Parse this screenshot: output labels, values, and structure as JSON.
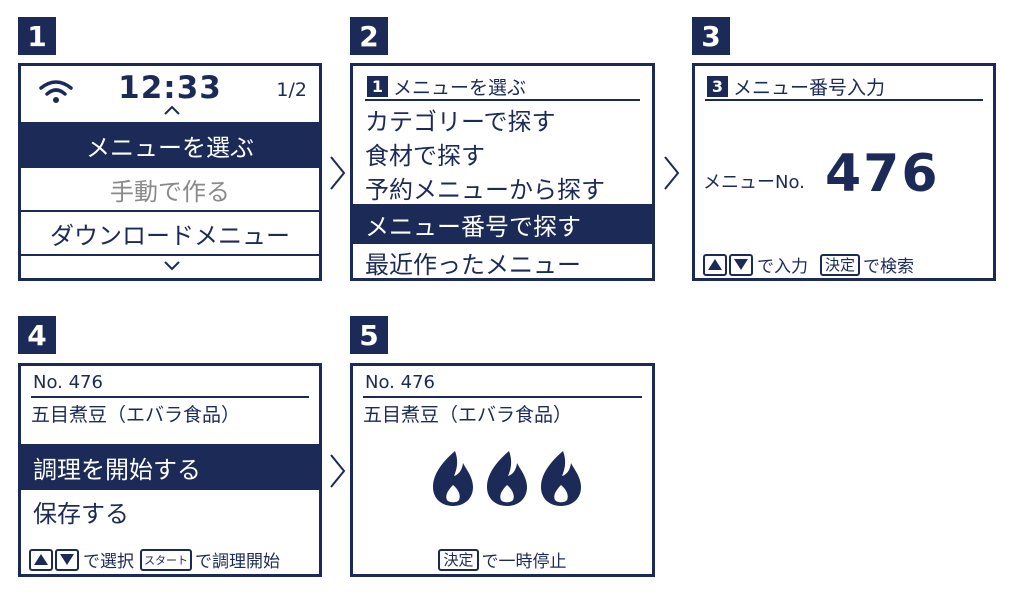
{
  "steps": [
    "1",
    "2",
    "3",
    "4",
    "5"
  ],
  "screen1": {
    "time": "12:33",
    "page": "1/2",
    "menu": [
      "メニューを選ぶ",
      "手動で作る",
      "ダウンロードメニュー"
    ]
  },
  "screen2": {
    "header_num": "1",
    "header": "メニューを選ぶ",
    "items": [
      "カテゴリーで探す",
      "食材で探す",
      "予約メニューから探す",
      "メニュー番号で探す",
      "最近作ったメニュー"
    ]
  },
  "screen3": {
    "header_num": "3",
    "header": "メニュー番号入力",
    "label": "メニューNo.",
    "number": "476",
    "footer_input": "で入力",
    "footer_key": "決定",
    "footer_search": "で検索"
  },
  "screen4": {
    "no": "No. 476",
    "title": "五目煮豆（エバラ食品）",
    "items": [
      "調理を開始する",
      "保存する"
    ],
    "footer_select": "で選択",
    "footer_key": "スタート",
    "footer_start": "で調理開始"
  },
  "screen5": {
    "no": "No. 476",
    "title": "五目煮豆（エバラ食品）",
    "footer_key": "決定",
    "footer_pause": "で一時停止"
  },
  "colors": {
    "navy": "#1b2a57",
    "gray": "#8a8a8a",
    "white": "#ffffff"
  }
}
